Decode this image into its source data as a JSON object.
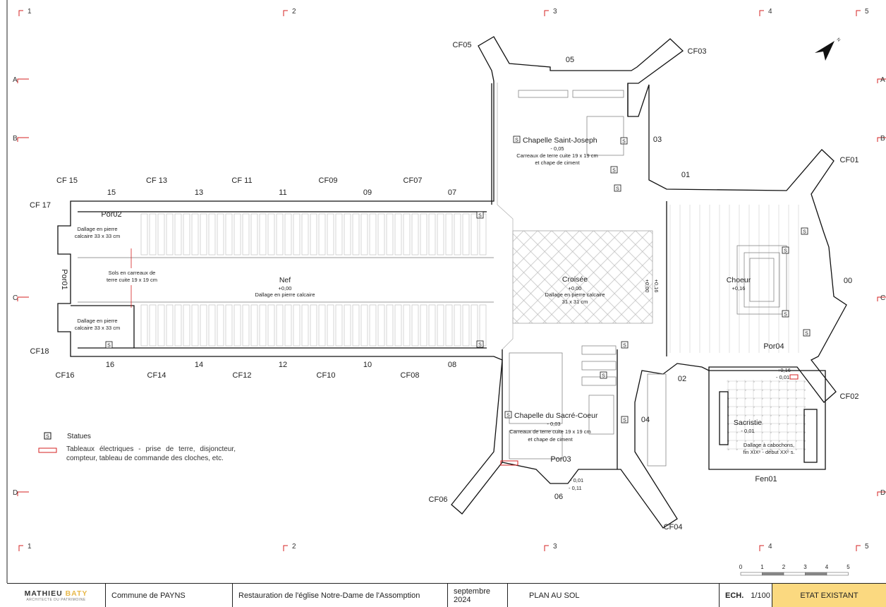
{
  "grid": {
    "columns": [
      "1",
      "2",
      "3",
      "4",
      "5"
    ],
    "rows": [
      "A",
      "B",
      "C",
      "D"
    ]
  },
  "buttresses": {
    "north": [
      "CF 15",
      "CF 13",
      "CF 11",
      "CF09",
      "CF07"
    ],
    "south": [
      "CF16",
      "CF14",
      "CF12",
      "CF10",
      "CF08"
    ],
    "west": [
      "CF 17",
      "CF18"
    ],
    "other": [
      "CF05",
      "CF03",
      "CF01",
      "CF02",
      "CF04",
      "CF06"
    ]
  },
  "windows": {
    "north": [
      "15",
      "13",
      "11",
      "09",
      "07"
    ],
    "south": [
      "16",
      "14",
      "12",
      "10",
      "08"
    ],
    "other": [
      "05",
      "03",
      "01",
      "00",
      "02",
      "04",
      "06"
    ]
  },
  "doors": [
    "Por01",
    "Por02",
    "Por03",
    "Por04",
    "Fen01"
  ],
  "rooms": {
    "nef": {
      "name": "Nef",
      "level": "+0,00",
      "floor": "Dallage en pierre calcaire"
    },
    "nef_nw": {
      "floor1": "Dallage en pierre",
      "floor2": "calcaire 33 x 33 cm"
    },
    "nef_sw": {
      "floor1": "Dallage en pierre",
      "floor2": "calcaire 33 x 33 cm"
    },
    "nef_w": {
      "floor1": "Sols en carreaux de",
      "floor2": "terre cuite 19 x 19 cm"
    },
    "croisee": {
      "name": "Croisée",
      "level": "+0,00",
      "floor1": "Dallage en pierre calcaire",
      "floor2": "31 x 31 cm"
    },
    "choeur": {
      "name": "Choeur",
      "level": "+0,16"
    },
    "joseph": {
      "name": "Chapelle Saint-Joseph",
      "level": "- 0,05",
      "floor1": "Carreaux de terre cuite 19 x 19 cm",
      "floor2": "et chape de ciment"
    },
    "sacre": {
      "name": "Chapelle du Sacré-Coeur",
      "level": "- 0,03",
      "floor1": "Carreaux de terre cuite 19 x 19 cm",
      "floor2": "et chape de ciment"
    },
    "sacristie": {
      "name": "Sacristie",
      "level": "- 0,01",
      "floor1": "Dallage à cabochons,",
      "floor2": "fin XIXᵉ - début XXᵉ s."
    }
  },
  "levels": {
    "step_a": "+0,00",
    "step_b": "+0,16",
    "por04_a": "+0,16",
    "por04_b": "- 0,01",
    "por03_a": "- 0,01",
    "por03_b": "- 0,11"
  },
  "statue_mark": "S",
  "legend": {
    "statues": "Statues",
    "electric": "Tableaux électriques - prise de terre, disjoncteur, compteur, tableau de commande des cloches, etc."
  },
  "scale": {
    "ticks": [
      "0",
      "1",
      "2",
      "3",
      "4",
      "5"
    ]
  },
  "title_block": {
    "logo_name1": "MATHIEU ",
    "logo_name2": "BATY",
    "logo_sub": "ARCHITECTE DU PATRIMOINE",
    "commune": "Commune de PAYNS",
    "project": "Restauration de l'église Notre-Dame de l'Assomption",
    "date": "septembre 2024",
    "plan": "PLAN AU SOL",
    "ech_label": "ECH.",
    "ech_value": "1/100",
    "status": "ETAT EXISTANT"
  },
  "colors": {
    "status_bg": "#fbd980",
    "electric": "#d62020",
    "grid_marker": "#d62020"
  }
}
